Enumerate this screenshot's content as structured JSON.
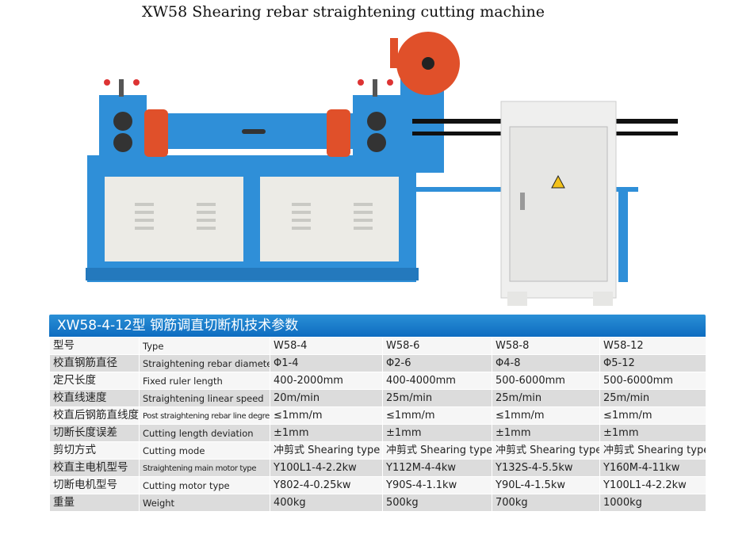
{
  "title": "XW58 Shearing rebar straightening cutting machine",
  "spec": {
    "header": "XW58-4-12型 钢筋调直切断机技术参数",
    "rows": [
      {
        "cn": "型号",
        "en": "Type",
        "v": [
          "W58-4",
          "W58-6",
          "W58-8",
          "W58-12"
        ]
      },
      {
        "cn": "校直钢筋直径",
        "en": "Straightening rebar diameter",
        "v": [
          "Φ1-4",
          "Φ2-6",
          "Φ4-8",
          "Φ5-12"
        ]
      },
      {
        "cn": "定尺长度",
        "en": "Fixed ruler length",
        "v": [
          "400-2000mm",
          "400-4000mm",
          "500-6000mm",
          "500-6000mm"
        ]
      },
      {
        "cn": "校直线速度",
        "en": "Straightening linear speed",
        "v": [
          "20m/min",
          "25m/min",
          "25m/min",
          "25m/min"
        ]
      },
      {
        "cn": "校直后钢筋直线度",
        "en": "Post straightening rebar line degree",
        "v": [
          "≤1mm/m",
          "≤1mm/m",
          "≤1mm/m",
          "≤1mm/m"
        ]
      },
      {
        "cn": "切断长度误差",
        "en": "Cutting length deviation",
        "v": [
          "±1mm",
          "±1mm",
          "±1mm",
          "±1mm"
        ]
      },
      {
        "cn": "剪切方式",
        "en": "Cutting mode",
        "v": [
          "冲剪式 Shearing type",
          "冲剪式 Shearing type",
          "冲剪式 Shearing type",
          "冲剪式 Shearing type"
        ]
      },
      {
        "cn": "校直主电机型号",
        "en": "Straightening main motor type",
        "v": [
          "Y100L1-4-2.2kw",
          "Y112M-4-4kw",
          "Y132S-4-5.5kw",
          "Y160M-4-11kw"
        ]
      },
      {
        "cn": "切断电机型号",
        "en": "Cutting motor type",
        "v": [
          "Y802-4-0.25kw",
          "Y90S-4-1.1kw",
          "Y90L-4-1.5kw",
          "Y100L1-4-2.2kw"
        ]
      },
      {
        "cn": "重量",
        "en": "Weight",
        "v": [
          "400kg",
          "500kg",
          "700kg",
          "1000kg"
        ]
      }
    ]
  },
  "colors": {
    "machine_blue": "#2f8fd8",
    "motor_red": "#e0502a",
    "panel": "#efefee"
  }
}
